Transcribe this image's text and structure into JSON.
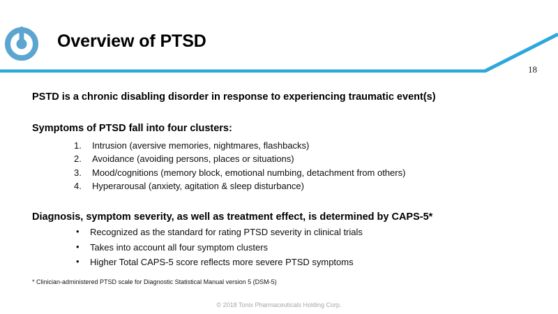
{
  "slide": {
    "title": "Overview of PTSD",
    "number": "18",
    "accent_color": "#2EA7DB",
    "logo_name": "tonix-power-button-logo"
  },
  "body": {
    "lead_1": "PSTD is a chronic disabling disorder in response to experiencing traumatic event(s)",
    "lead_2": "Symptoms of PTSD fall into four clusters:",
    "clusters": [
      {
        "num": "1.",
        "text": "Intrusion (aversive memories, nightmares, flashbacks)"
      },
      {
        "num": "2.",
        "text": "Avoidance (avoiding persons, places or situations)"
      },
      {
        "num": "3.",
        "text": "Mood/cognitions (memory block, emotional numbing, detachment from others)"
      },
      {
        "num": "4.",
        "text": "Hyperarousal (anxiety, agitation & sleep disturbance)"
      }
    ],
    "lead_3": "Diagnosis, symptom severity, as well as treatment effect, is determined by CAPS-5*",
    "caps_points": [
      {
        "bullet": "•",
        "text": "Recognized as the standard for rating PTSD severity in clinical trials"
      },
      {
        "bullet": "•",
        "text": "Takes into account all four symptom clusters"
      },
      {
        "bullet": "•",
        "text": "Higher Total CAPS-5 score reflects more severe PTSD symptoms"
      }
    ],
    "footnote": "* Clinician-administered PTSD scale for Diagnostic Statistical Manual version 5 (DSM-5)",
    "copyright": "© 2018 Tonix Pharmaceuticals Holding Corp."
  }
}
